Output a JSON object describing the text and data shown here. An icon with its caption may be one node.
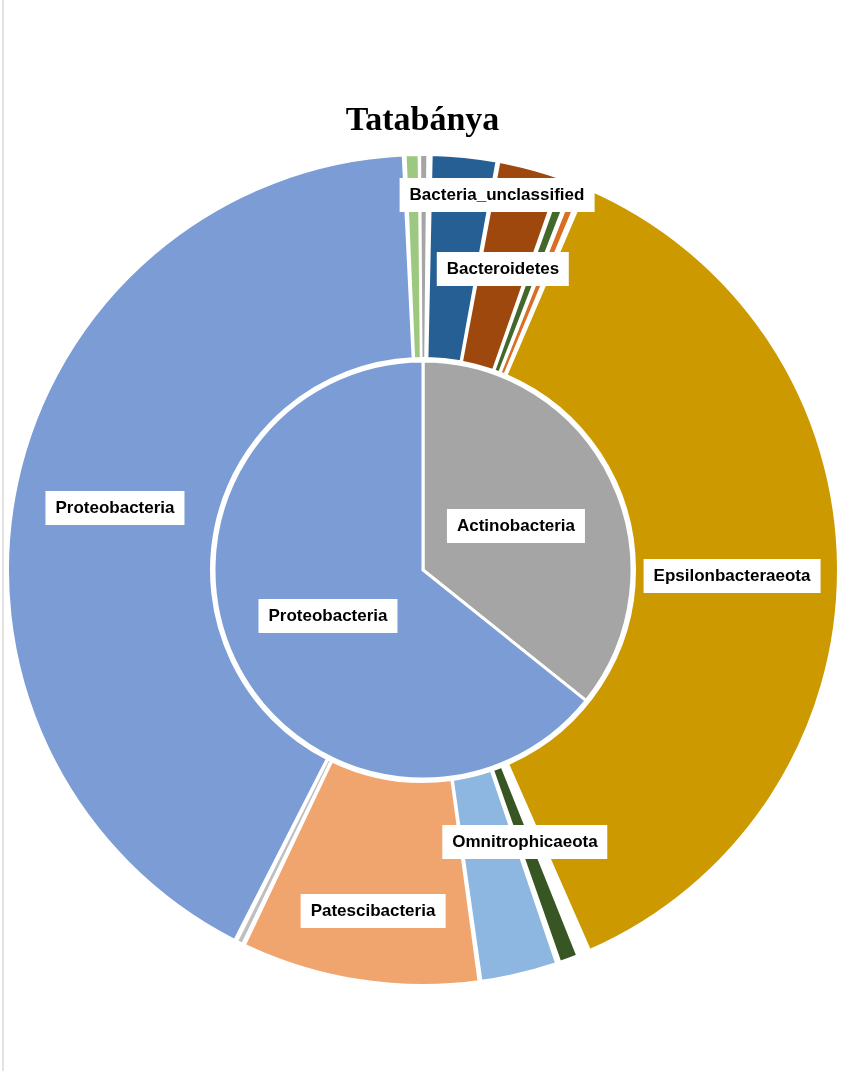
{
  "diagram": {
    "title": "Tatabánya",
    "labels": [
      "Bacteria_unclassified",
      "Bacteroidetes",
      "Proteobacteria",
      "Actinobacteria",
      "Epsilonbacteraeota",
      "Proteobacteria",
      "Omnitrophicaeota",
      "Patescibacteria"
    ]
  }
}
